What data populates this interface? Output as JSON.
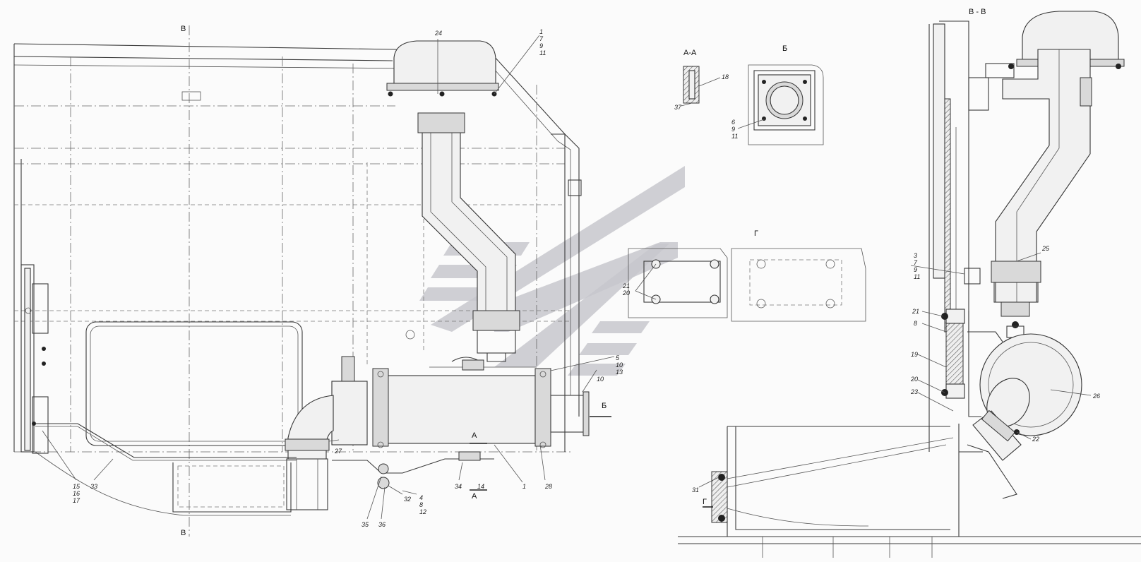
{
  "sections": {
    "bb_left_top": "В",
    "bb_left_bottom": "В",
    "bb_right": "В - В",
    "aa_top": "А-А",
    "aa_marker": "А",
    "aa_marker_bottom": "А",
    "b_view": "Б",
    "b_marker": "Б",
    "g_view": "Г",
    "g_marker": "Г"
  },
  "labels": {
    "p24": "24",
    "p1_9_11": [
      "1",
      "7",
      "9",
      "11"
    ],
    "p5_10_13": [
      "5",
      "10",
      "13"
    ],
    "p10": "10",
    "p27": "27",
    "p33": "33",
    "p15_16_17": [
      "15",
      "16",
      "17"
    ],
    "p35": "35",
    "p36": "36",
    "p32": "32",
    "p4_8_12": [
      "4",
      "8",
      "12"
    ],
    "p34": "34",
    "p14": "14",
    "p1": "1",
    "p28": "28",
    "aa_18": "18",
    "aa_37": "37",
    "b_6_9_11": [
      "6",
      "9",
      "11"
    ],
    "g_21_20": [
      "21",
      "20"
    ],
    "r_3_7_9_11": [
      "3",
      "7",
      "9",
      "11"
    ],
    "r_25": "25",
    "r_21": "21",
    "r_8": "8",
    "r_19": "19",
    "r_20": "20",
    "r_23": "23",
    "r_26": "26",
    "r_22": "22",
    "r_31": "31"
  },
  "colors": {
    "line": "#333333",
    "watermark": "#c7c7cc",
    "paper": "#fbfbfb"
  }
}
